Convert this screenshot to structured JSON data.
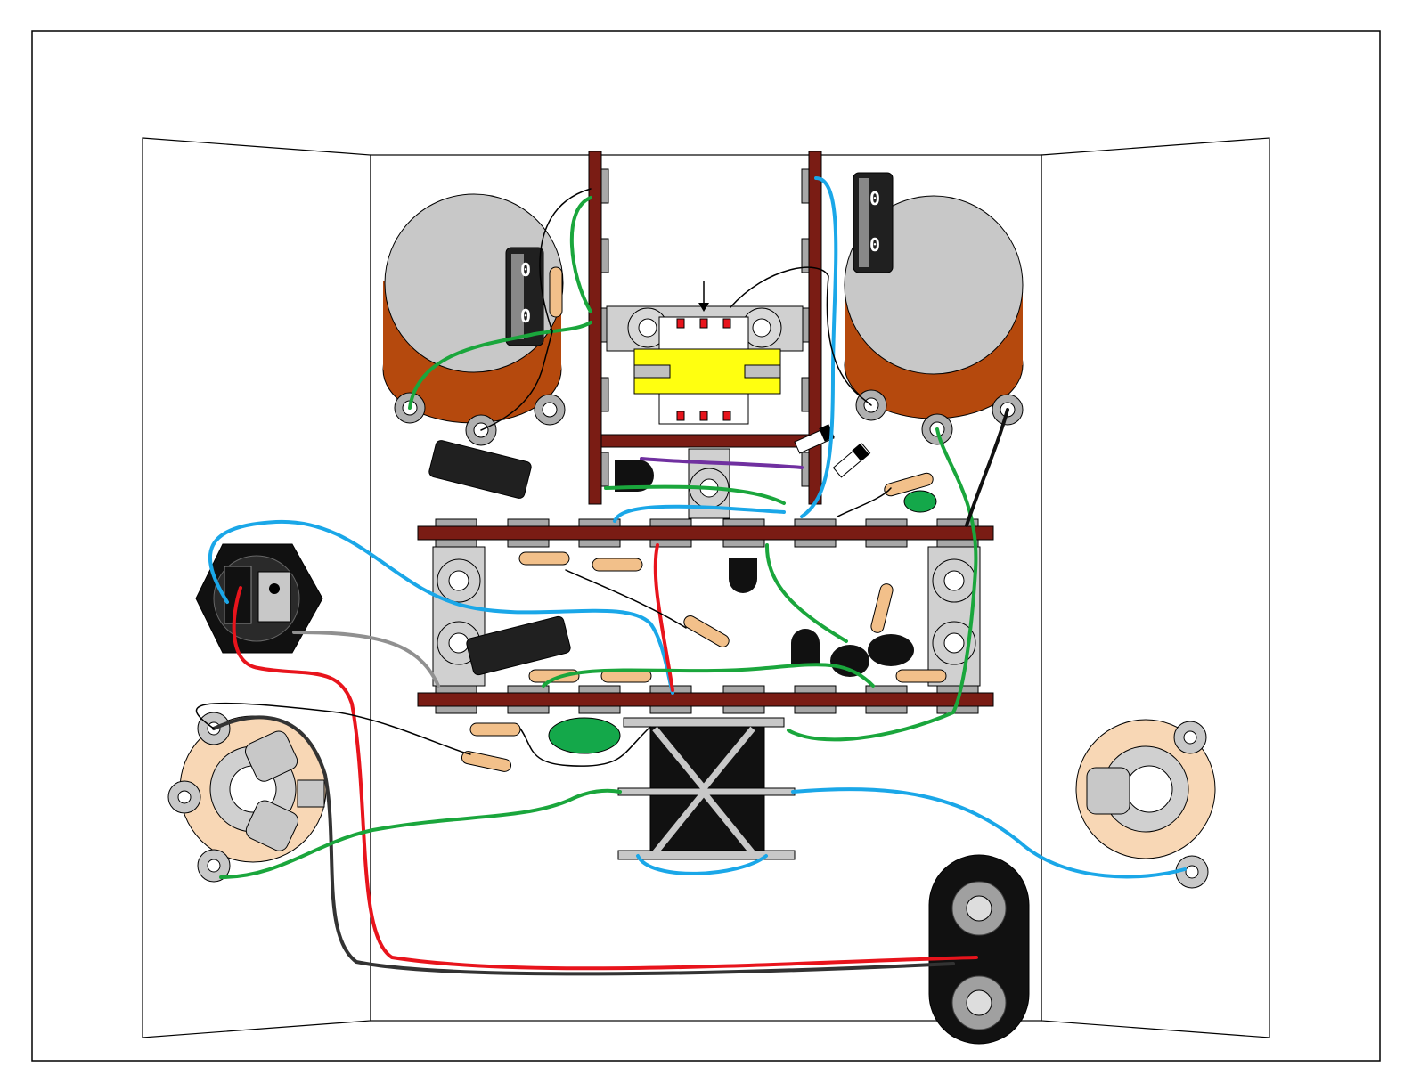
{
  "diagram": {
    "kind": "pedal wiring layout",
    "colors": {
      "enclosure_outline": "#000000",
      "enclosure_fill": "#ffffff",
      "pot_face": "#c8c8c8",
      "pot_body": "#b5490d",
      "lug": "#b0b0b0",
      "eyelet_board": "#7a1c14",
      "eyelet": "#a8a8a8",
      "wire_green": "#1aa63c",
      "wire_blue": "#1aa7e8",
      "wire_red": "#e8141c",
      "wire_black": "#111111",
      "wire_gray": "#909090",
      "wire_purple": "#7030a0",
      "resistor_body": "#f2c08a",
      "film_cap": "#14a84a",
      "electrolytic_cap": "#202020",
      "transformer_body": "#ffff10",
      "jack_ring": "#f8d7b5",
      "battery_snap": "#111111"
    },
    "icons": {
      "potentiometer": "pot-icon",
      "jack": "jack-icon",
      "dc_jack": "dc-jack-icon",
      "switch": "footswitch-icon",
      "battery_snap": "battery-snap-icon",
      "transformer": "transformer-icon"
    },
    "cap_markings": {
      "left_cap_top": "0",
      "left_cap_bottom": "0",
      "right_cap_top": "0",
      "right_cap_bottom": "0"
    }
  }
}
